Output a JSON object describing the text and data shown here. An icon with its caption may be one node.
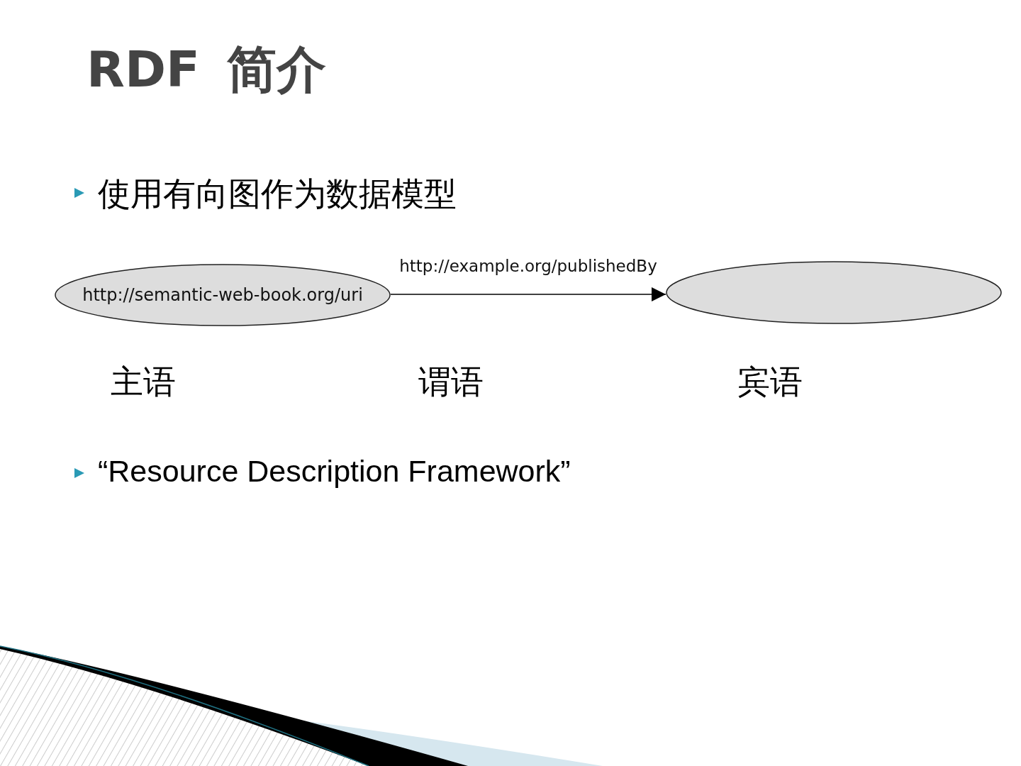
{
  "diagram": {
    "title": "RDF 简介",
    "nodes": [
      {
        "text": [
          "http://semantic-web-book.org/uri"
        ]
      },
      {
        "text": [],
        "shape": "ellipse"
      }
    ],
    "edges": [
      {
        "from": 0,
        "to": 1,
        "arrow": "to",
        "label": "http://example.org/publishedBy"
      }
    ],
    "labels": [
      "使用有向图作为数据模型",
      "主语",
      "谓语",
      "宾语",
      "“Resource Description Framework”"
    ]
  }
}
